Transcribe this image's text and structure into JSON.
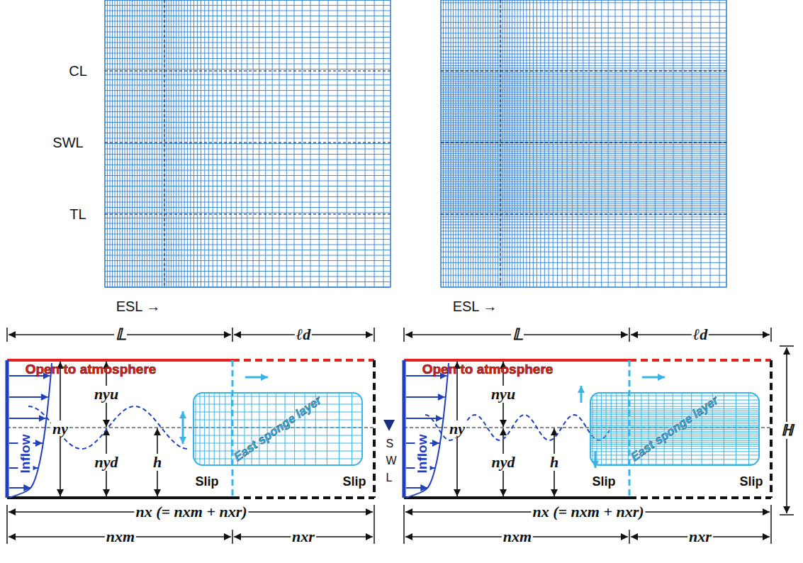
{
  "diagram": {
    "nodes": [
      {
        "text": [
          "East sponge layer"
        ]
      },
      {
        "text": [
          "East sponge layer"
        ]
      }
    ],
    "labels": [
      "CL",
      "SWL",
      "TL",
      "ESL →",
      "ESL →",
      "𝕃",
      "ℓd",
      "Open to atmosphere",
      "Inflow",
      "nyu",
      "ny",
      "nyd",
      "h",
      "Slip",
      "Slip",
      "nx (= nxm + nxr)",
      "nxm",
      "nxr",
      "𝕃",
      "ℓd",
      "Open to atmosphere",
      "Inflow",
      "nyu",
      "ny",
      "nyd",
      "h",
      "Slip",
      "Slip",
      "nx (= nxm + nxr)",
      "nxm",
      "nxr",
      "SWL",
      "ℍ"
    ]
  }
}
